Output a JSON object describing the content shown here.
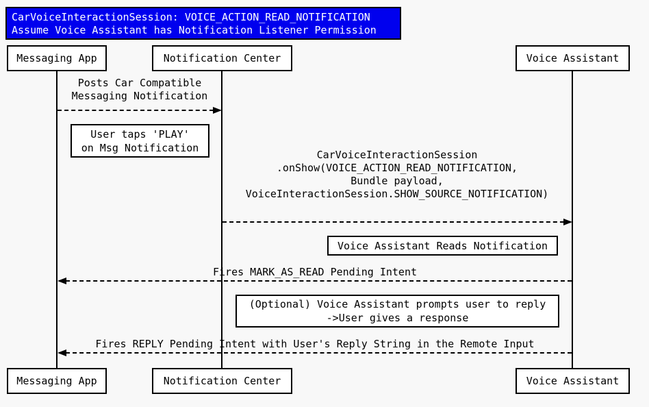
{
  "title": {
    "line1": "CarVoiceInteractionSession: VOICE_ACTION_READ_NOTIFICATION",
    "line2": "Assume Voice Assistant has Notification Listener Permission"
  },
  "colors": {
    "title_bg": "#0000ee",
    "title_text": "#ffffff",
    "line_color": "#000000",
    "box_bg": "#ffffff",
    "background": "#f8f8f8"
  },
  "participants": [
    {
      "id": "messaging-app",
      "label": "Messaging App"
    },
    {
      "id": "notification-center",
      "label": "Notification Center"
    },
    {
      "id": "voice-assistant",
      "label": "Voice Assistant"
    }
  ],
  "messages": [
    {
      "from": "Messaging App",
      "to": "Notification Center",
      "style": "dashed",
      "lines": [
        "Posts Car Compatible",
        "Messaging Notification"
      ]
    },
    {
      "from": "Notification Center",
      "to": "Voice Assistant",
      "style": "dashed",
      "lines": [
        "CarVoiceInteractionSession",
        ".onShow(VOICE_ACTION_READ_NOTIFICATION,",
        "Bundle payload,",
        "VoiceInteractionSession.SHOW_SOURCE_NOTIFICATION)"
      ]
    },
    {
      "from": "Voice Assistant",
      "to": "Messaging App",
      "style": "dashed",
      "lines": [
        "Fires MARK_AS_READ Pending Intent"
      ]
    },
    {
      "from": "Voice Assistant",
      "to": "Messaging App",
      "style": "dashed",
      "lines": [
        "Fires REPLY Pending Intent with User's Reply String in the Remote Input"
      ]
    }
  ],
  "notes": [
    {
      "lines": [
        "User taps 'PLAY'",
        "on Msg Notification"
      ]
    },
    {
      "lines": [
        "Voice Assistant Reads Notification"
      ]
    },
    {
      "lines": [
        "(Optional) Voice Assistant prompts user to reply",
        "->User gives a response"
      ]
    }
  ]
}
